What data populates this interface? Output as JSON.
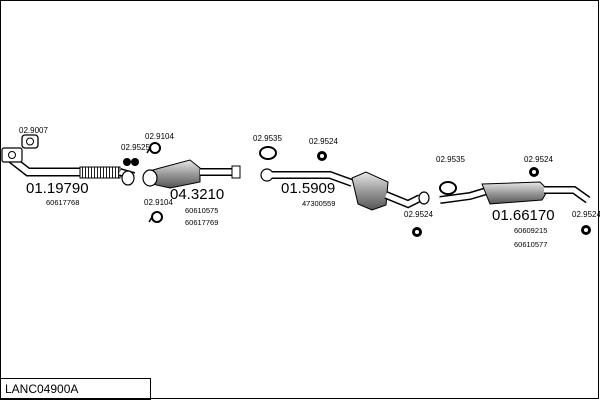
{
  "title_code": "LANC04900A",
  "assemblies": {
    "front_pipe": {
      "code": "01.19790",
      "parts": [
        "60617768"
      ]
    },
    "catalyst": {
      "code": "04.3210",
      "parts": [
        "60610575",
        "60617769"
      ]
    },
    "mid_silencer": {
      "code": "01.5909",
      "parts": [
        "47300559"
      ]
    },
    "rear_silencer": {
      "code": "01.66170",
      "parts": [
        "60609215",
        "60610577"
      ]
    }
  },
  "fittings": {
    "gasket_front": "02.9007",
    "clamp_cat_1": "02.9104",
    "clamp_cat_2": "02.9525",
    "clamp_cat_3": "02.9104",
    "ring_mid": "02.9535",
    "hanger_mid": "02.9524",
    "hanger_mid_2": "02.9524",
    "ring_rear": "02.9535",
    "hanger_rear": "02.9524",
    "hanger_rear_2": "02.9524"
  }
}
